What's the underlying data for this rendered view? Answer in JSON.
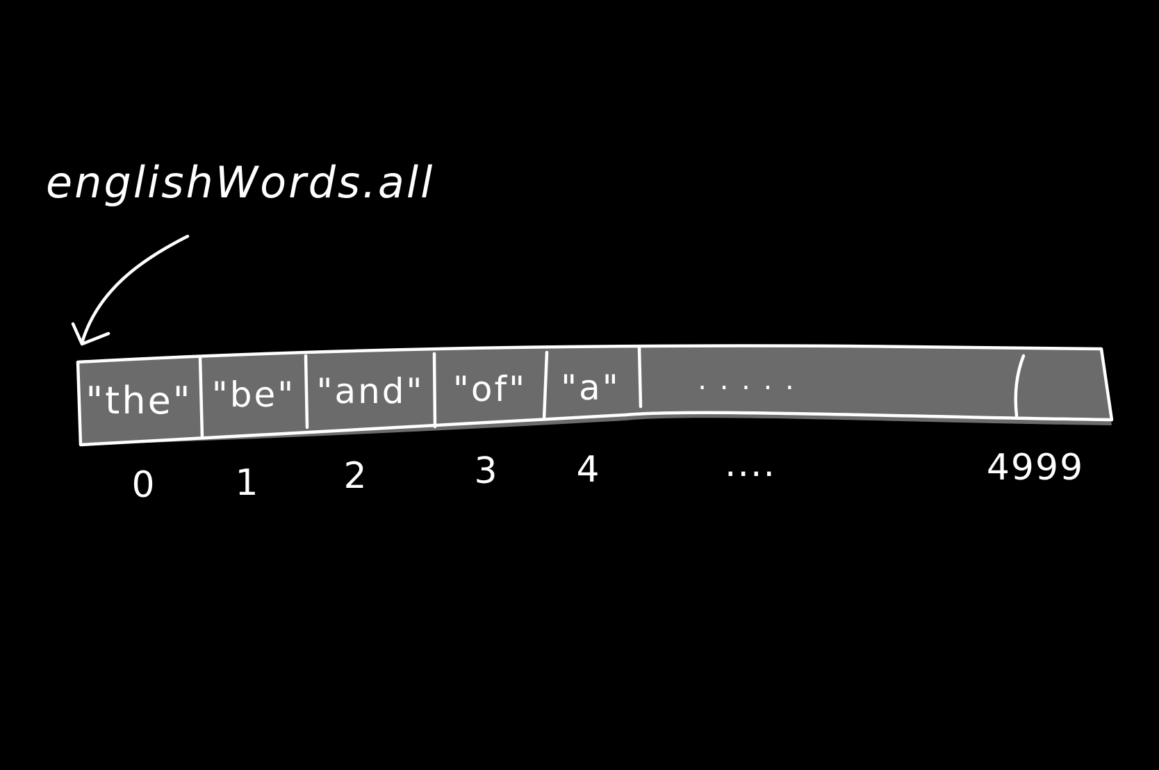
{
  "label": "englishWords.all",
  "cells": [
    "\"the\"",
    "\"be\"",
    "\"and\"",
    "\"of\"",
    "\"a\"",
    ". . . . .",
    ""
  ],
  "indices": [
    "0",
    "1",
    "2",
    "3",
    "4",
    "....",
    "4999"
  ],
  "colors": {
    "background": "#000000",
    "array_fill": "#6b6b6b",
    "ink": "#ffffff"
  },
  "icons": {
    "pointer": "curved-arrow-icon"
  }
}
